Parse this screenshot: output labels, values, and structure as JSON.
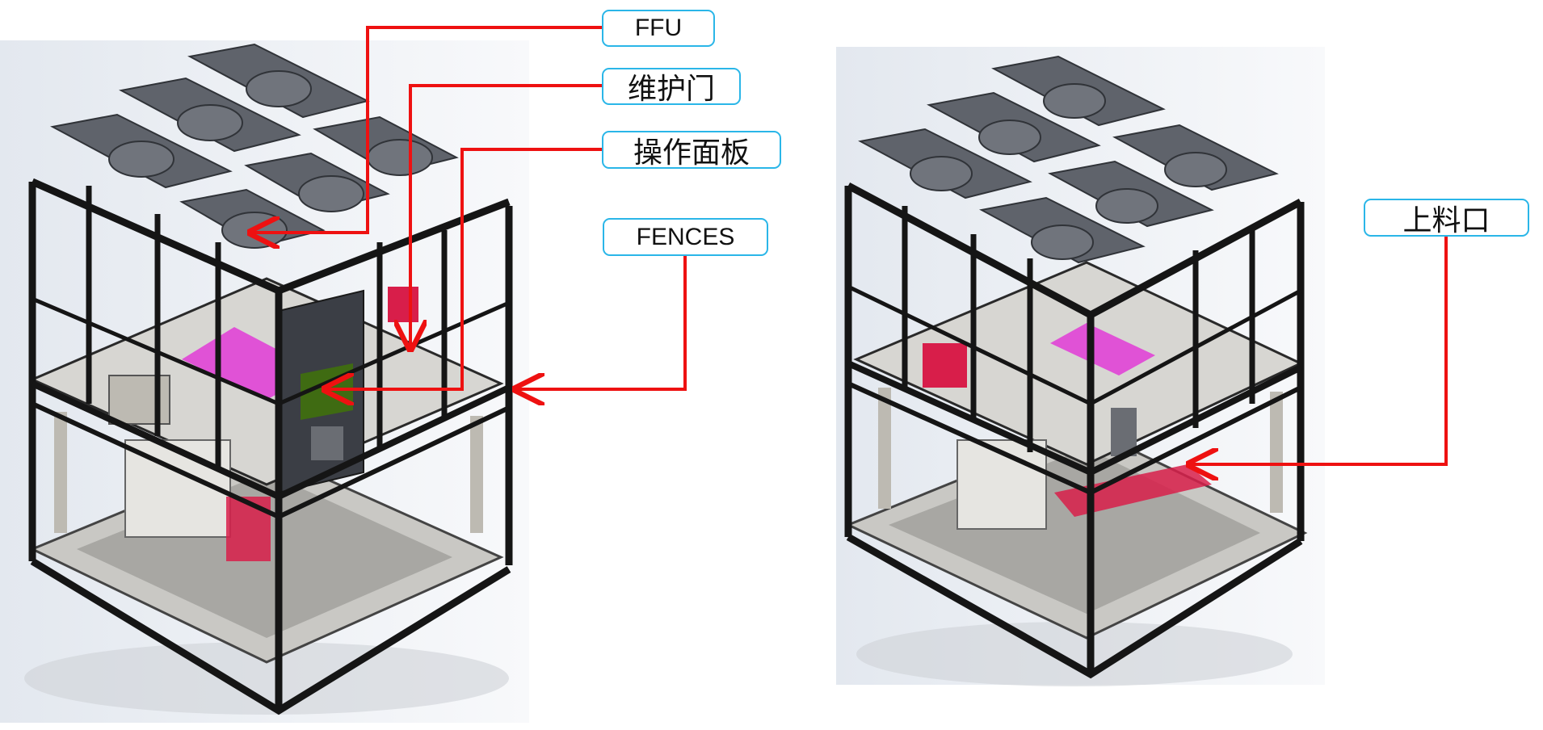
{
  "callouts": {
    "ffu": "FFU",
    "maintenance_door": "维护门",
    "operation_panel": "操作面板",
    "fences": "FENCES",
    "loading_port": "上料口"
  },
  "colors": {
    "leader_line": "#ee1111",
    "callout_border": "#2ab6e8",
    "frame": "#151515",
    "ffu_fill": "#5f636b",
    "platform": "#d7d6d2",
    "tray_magenta": "#e052d6",
    "accent_red": "#d81e4a",
    "panel_screen": "#3f6b12"
  },
  "icons": {
    "left_machine": "equipment-isometric-front-view",
    "right_machine": "equipment-isometric-rear-view"
  }
}
